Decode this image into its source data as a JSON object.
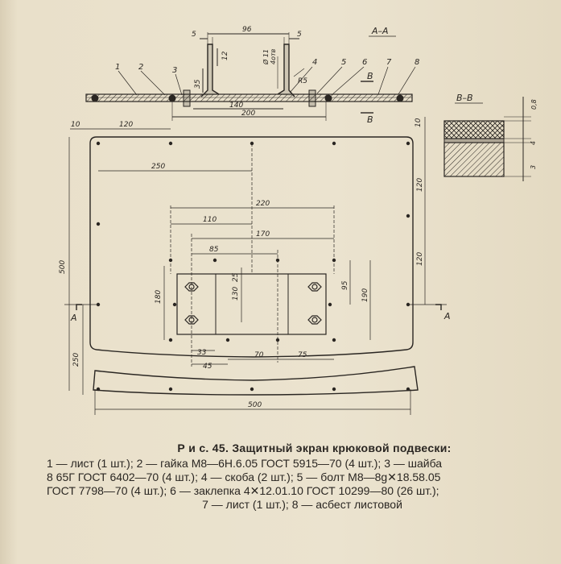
{
  "section_labels": {
    "aa": "А–А",
    "bb": "В–В"
  },
  "cut_letters": {
    "a": "А",
    "b": "В"
  },
  "top_view_dims": {
    "d96": "96",
    "d5a": "5",
    "d5b": "5",
    "d12": "12",
    "d35": "35",
    "d11": "Ø 11",
    "d4": "4отв",
    "r5": "R5",
    "d140": "140",
    "d200": "200"
  },
  "plan_dims": {
    "d10a": "10",
    "d120a": "120",
    "d10b": "10",
    "d250a": "250",
    "d500v": "500",
    "d250v": "250",
    "d220": "220",
    "d110": "110",
    "d170": "170",
    "d85": "85",
    "d180": "180",
    "d130": "130",
    "d25": "25",
    "d95": "95",
    "d190": "190",
    "d120b": "120",
    "d120c": "120",
    "d33": "33",
    "d45": "45",
    "d70": "70",
    "d75": "75",
    "d500h": "500"
  },
  "bb_dims": {
    "d08": "0,8",
    "d4": "4",
    "d3": "3"
  },
  "part_numbers": [
    "1",
    "2",
    "3",
    "4",
    "5",
    "6",
    "7",
    "8"
  ],
  "caption": {
    "title": "Р и с. 45. Защитный экран крюковой подвески:",
    "lines": [
      "1 — лист (1 шт.); 2 — гайка М8—6Н.6.05 ГОСТ 5915—70 (4 шт.); 3 — шайба",
      "8 65Г ГОСТ 6402—70 (4 шт.); 4 — скоба (2 шт.); 5 — болт М8—8g✕18.58.05",
      "ГОСТ 7798—70 (4 шт.); 6 — заклепка 4✕12.01.10 ГОСТ 10299—80 (26 шт.);",
      "7 — лист (1 шт.); 8 — асбест листовой"
    ]
  }
}
